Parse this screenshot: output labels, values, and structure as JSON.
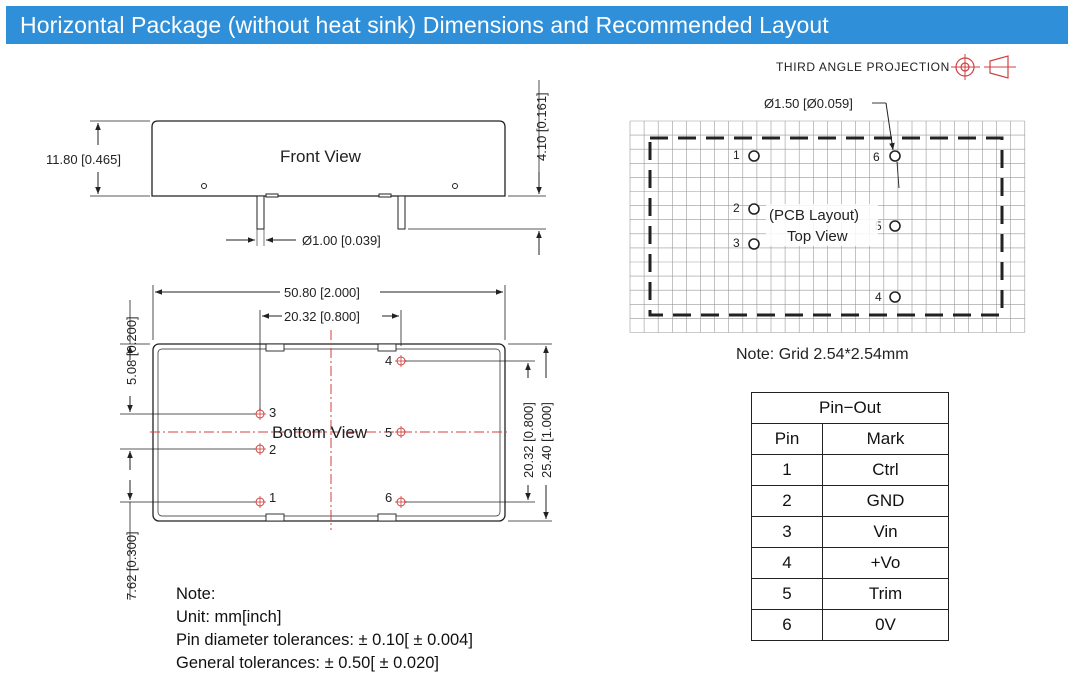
{
  "header": {
    "title": "Horizontal Package (without heat sink) Dimensions and Recommended Layout"
  },
  "projection": {
    "label": "THIRD ANGLE PROJECTION"
  },
  "front_view": {
    "label": "Front View",
    "height_dim": "11.80 [0.465]",
    "pin_length_dim": "4.10 [0.161]",
    "pin_diameter_dim": "Ø1.00 [0.039]"
  },
  "bottom_view": {
    "label": "Bottom View",
    "length_dim": "50.80 [2.000]",
    "pin_spacing_dim": "20.32 [0.800]",
    "top_offset_dim": "5.08 [0.200]",
    "bottom_offset_dim": "7.62 [0.300]",
    "pin_span_dim": "20.32 [0.800]",
    "width_dim": "25.40 [1.000]",
    "pins": [
      "1",
      "2",
      "3",
      "4",
      "5",
      "6"
    ]
  },
  "pcb_layout": {
    "label_line1": "(PCB Layout)",
    "label_line2": "Top View",
    "hole_dim": "Ø1.50 [Ø0.059]",
    "pins": [
      "1",
      "2",
      "3",
      "4",
      "5",
      "6"
    ],
    "grid_note": "Note: Grid 2.54*2.54mm"
  },
  "notes": {
    "title": "Note:",
    "unit": "Unit: mm[inch]",
    "pin_tolerance": "Pin diameter tolerances:  ± 0.10[ ± 0.004]",
    "general_tolerance": "General tolerances:  ± 0.50[ ± 0.020]"
  },
  "pinout_table": {
    "title": "Pin−Out",
    "headers": [
      "Pin",
      "Mark"
    ],
    "rows": [
      {
        "pin": "1",
        "mark": "Ctrl"
      },
      {
        "pin": "2",
        "mark": "GND"
      },
      {
        "pin": "3",
        "mark": "Vin"
      },
      {
        "pin": "4",
        "mark": "+Vo"
      },
      {
        "pin": "5",
        "mark": "Trim"
      },
      {
        "pin": "6",
        "mark": "0V"
      }
    ]
  },
  "colors": {
    "banner": "#2f8fd8",
    "centerline": "#d04040",
    "line": "#222222",
    "grid": "#999999"
  }
}
